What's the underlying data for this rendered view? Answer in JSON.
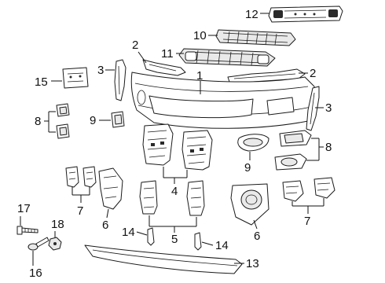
{
  "diagram": {
    "callouts": {
      "c1": "1",
      "c2a": "2",
      "c2b": "2",
      "c3a": "3",
      "c3b": "3",
      "c4": "4",
      "c5": "5",
      "c6a": "6",
      "c6b": "6",
      "c7a": "7",
      "c7b": "7",
      "c8a": "8",
      "c8b": "8",
      "c9a": "9",
      "c9b": "9",
      "c10": "10",
      "c11": "11",
      "c12": "12",
      "c13": "13",
      "c14a": "14",
      "c14b": "14",
      "c15": "15",
      "c16": "16",
      "c17": "17",
      "c18": "18"
    },
    "line_color": "#1a1a1a",
    "shade_color": "#e9e9e9"
  }
}
